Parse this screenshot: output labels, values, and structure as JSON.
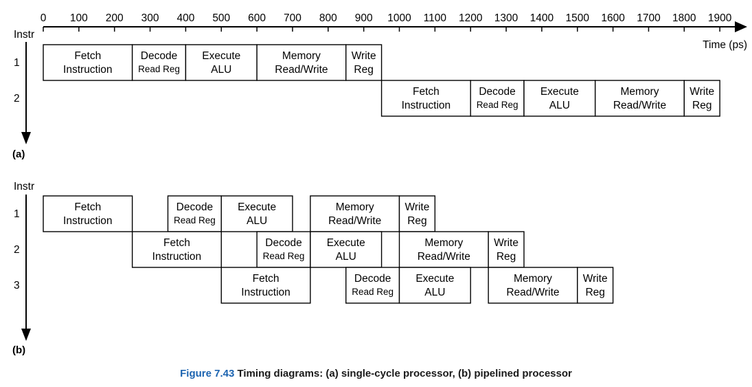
{
  "axis": {
    "ticks": [
      "0",
      "100",
      "200",
      "300",
      "400",
      "500",
      "600",
      "700",
      "800",
      "900",
      "1000",
      "1100",
      "1200",
      "1300",
      "1400",
      "1500",
      "1600",
      "1700",
      "1800",
      "1900"
    ],
    "time_label": "Time (ps)",
    "instr_label": "Instr"
  },
  "panels": [
    {
      "tag": "(a)",
      "instr_label": "Instr",
      "rows": [
        {
          "label": "1",
          "stages": [
            {
              "start": 0,
              "end": 250,
              "lines": [
                "Fetch",
                "Instruction"
              ],
              "small": false
            },
            {
              "start": 250,
              "end": 400,
              "lines": [
                "Decode",
                "Read Reg"
              ],
              "small": true
            },
            {
              "start": 400,
              "end": 600,
              "lines": [
                "Execute",
                "ALU"
              ],
              "small": false
            },
            {
              "start": 600,
              "end": 850,
              "lines": [
                "Memory",
                "Read/Write"
              ],
              "small": false
            },
            {
              "start": 850,
              "end": 950,
              "lines": [
                "Write",
                "Reg"
              ],
              "small": false
            }
          ]
        },
        {
          "label": "2",
          "stages": [
            {
              "start": 950,
              "end": 1200,
              "lines": [
                "Fetch",
                "Instruction"
              ],
              "small": false
            },
            {
              "start": 1200,
              "end": 1350,
              "lines": [
                "Decode",
                "Read Reg"
              ],
              "small": true
            },
            {
              "start": 1350,
              "end": 1550,
              "lines": [
                "Execute",
                "ALU"
              ],
              "small": false
            },
            {
              "start": 1550,
              "end": 1800,
              "lines": [
                "Memory",
                "Read/Write"
              ],
              "small": false
            },
            {
              "start": 1800,
              "end": 1900,
              "lines": [
                "Write",
                "Reg"
              ],
              "small": false
            }
          ]
        }
      ]
    },
    {
      "tag": "(b)",
      "instr_label": "Instr",
      "rows": [
        {
          "label": "1",
          "stages": [
            {
              "start": 0,
              "end": 250,
              "lines": [
                "Fetch",
                "Instruction"
              ],
              "small": false
            },
            {
              "start": 350,
              "end": 500,
              "lines": [
                "Decode",
                "Read Reg"
              ],
              "small": true
            },
            {
              "start": 500,
              "end": 700,
              "lines": [
                "Execute",
                "ALU"
              ],
              "small": false
            },
            {
              "start": 750,
              "end": 1000,
              "lines": [
                "Memory",
                "Read/Write"
              ],
              "small": false
            },
            {
              "start": 1000,
              "end": 1100,
              "lines": [
                "Write",
                "Reg"
              ],
              "small": false
            }
          ]
        },
        {
          "label": "2",
          "stages": [
            {
              "start": 250,
              "end": 500,
              "lines": [
                "Fetch",
                "Instruction"
              ],
              "small": false
            },
            {
              "start": 600,
              "end": 750,
              "lines": [
                "Decode",
                "Read Reg"
              ],
              "small": true
            },
            {
              "start": 750,
              "end": 950,
              "lines": [
                "Execute",
                "ALU"
              ],
              "small": false
            },
            {
              "start": 1000,
              "end": 1250,
              "lines": [
                "Memory",
                "Read/Write"
              ],
              "small": false
            },
            {
              "start": 1250,
              "end": 1350,
              "lines": [
                "Write",
                "Reg"
              ],
              "small": false
            }
          ]
        },
        {
          "label": "3",
          "stages": [
            {
              "start": 500,
              "end": 750,
              "lines": [
                "Fetch",
                "Instruction"
              ],
              "small": false
            },
            {
              "start": 850,
              "end": 1000,
              "lines": [
                "Decode",
                "Read Reg"
              ],
              "small": true
            },
            {
              "start": 1000,
              "end": 1200,
              "lines": [
                "Execute",
                "ALU"
              ],
              "small": false
            },
            {
              "start": 1250,
              "end": 1500,
              "lines": [
                "Memory",
                "Read/Write"
              ],
              "small": false
            },
            {
              "start": 1500,
              "end": 1600,
              "lines": [
                "Write",
                "Reg"
              ],
              "small": false
            }
          ]
        }
      ]
    }
  ],
  "caption": {
    "figure_number": "Figure 7.43",
    "text": "Timing diagrams: (a) single-cycle processor, (b) pipelined processor"
  },
  "colors": {
    "line": "#000000",
    "caption_accent": "#1b63b0"
  }
}
